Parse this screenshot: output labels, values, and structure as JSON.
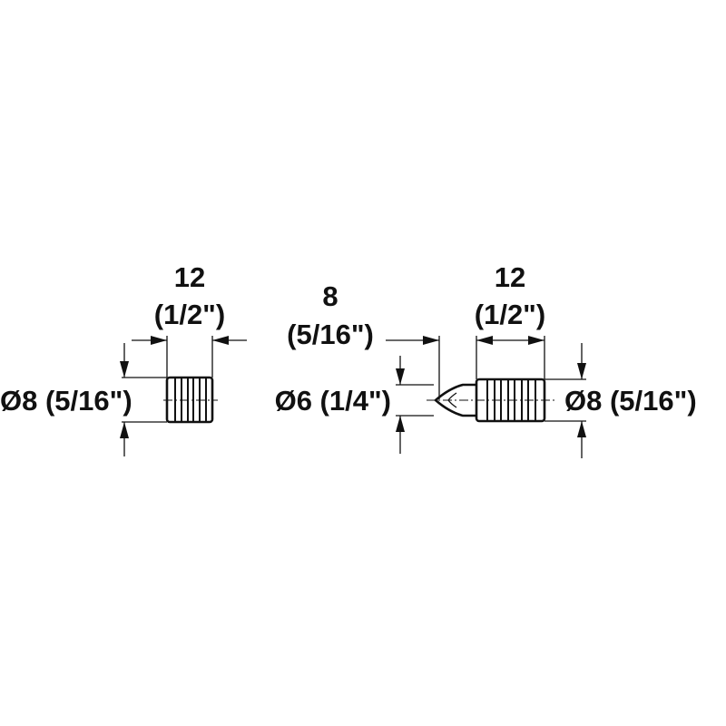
{
  "left_part": {
    "length_value": "12",
    "length_inch": "(1/2\")",
    "diameter_label": "Ø8 (5/16\")"
  },
  "right_part": {
    "pin_length_value": "8",
    "pin_length_inch": "(5/16\")",
    "body_length_value": "12",
    "body_length_inch": "(1/2\")",
    "pin_diameter_label": "Ø6 (1/4\")",
    "body_diameter_label": "Ø8 (5/16\")"
  }
}
